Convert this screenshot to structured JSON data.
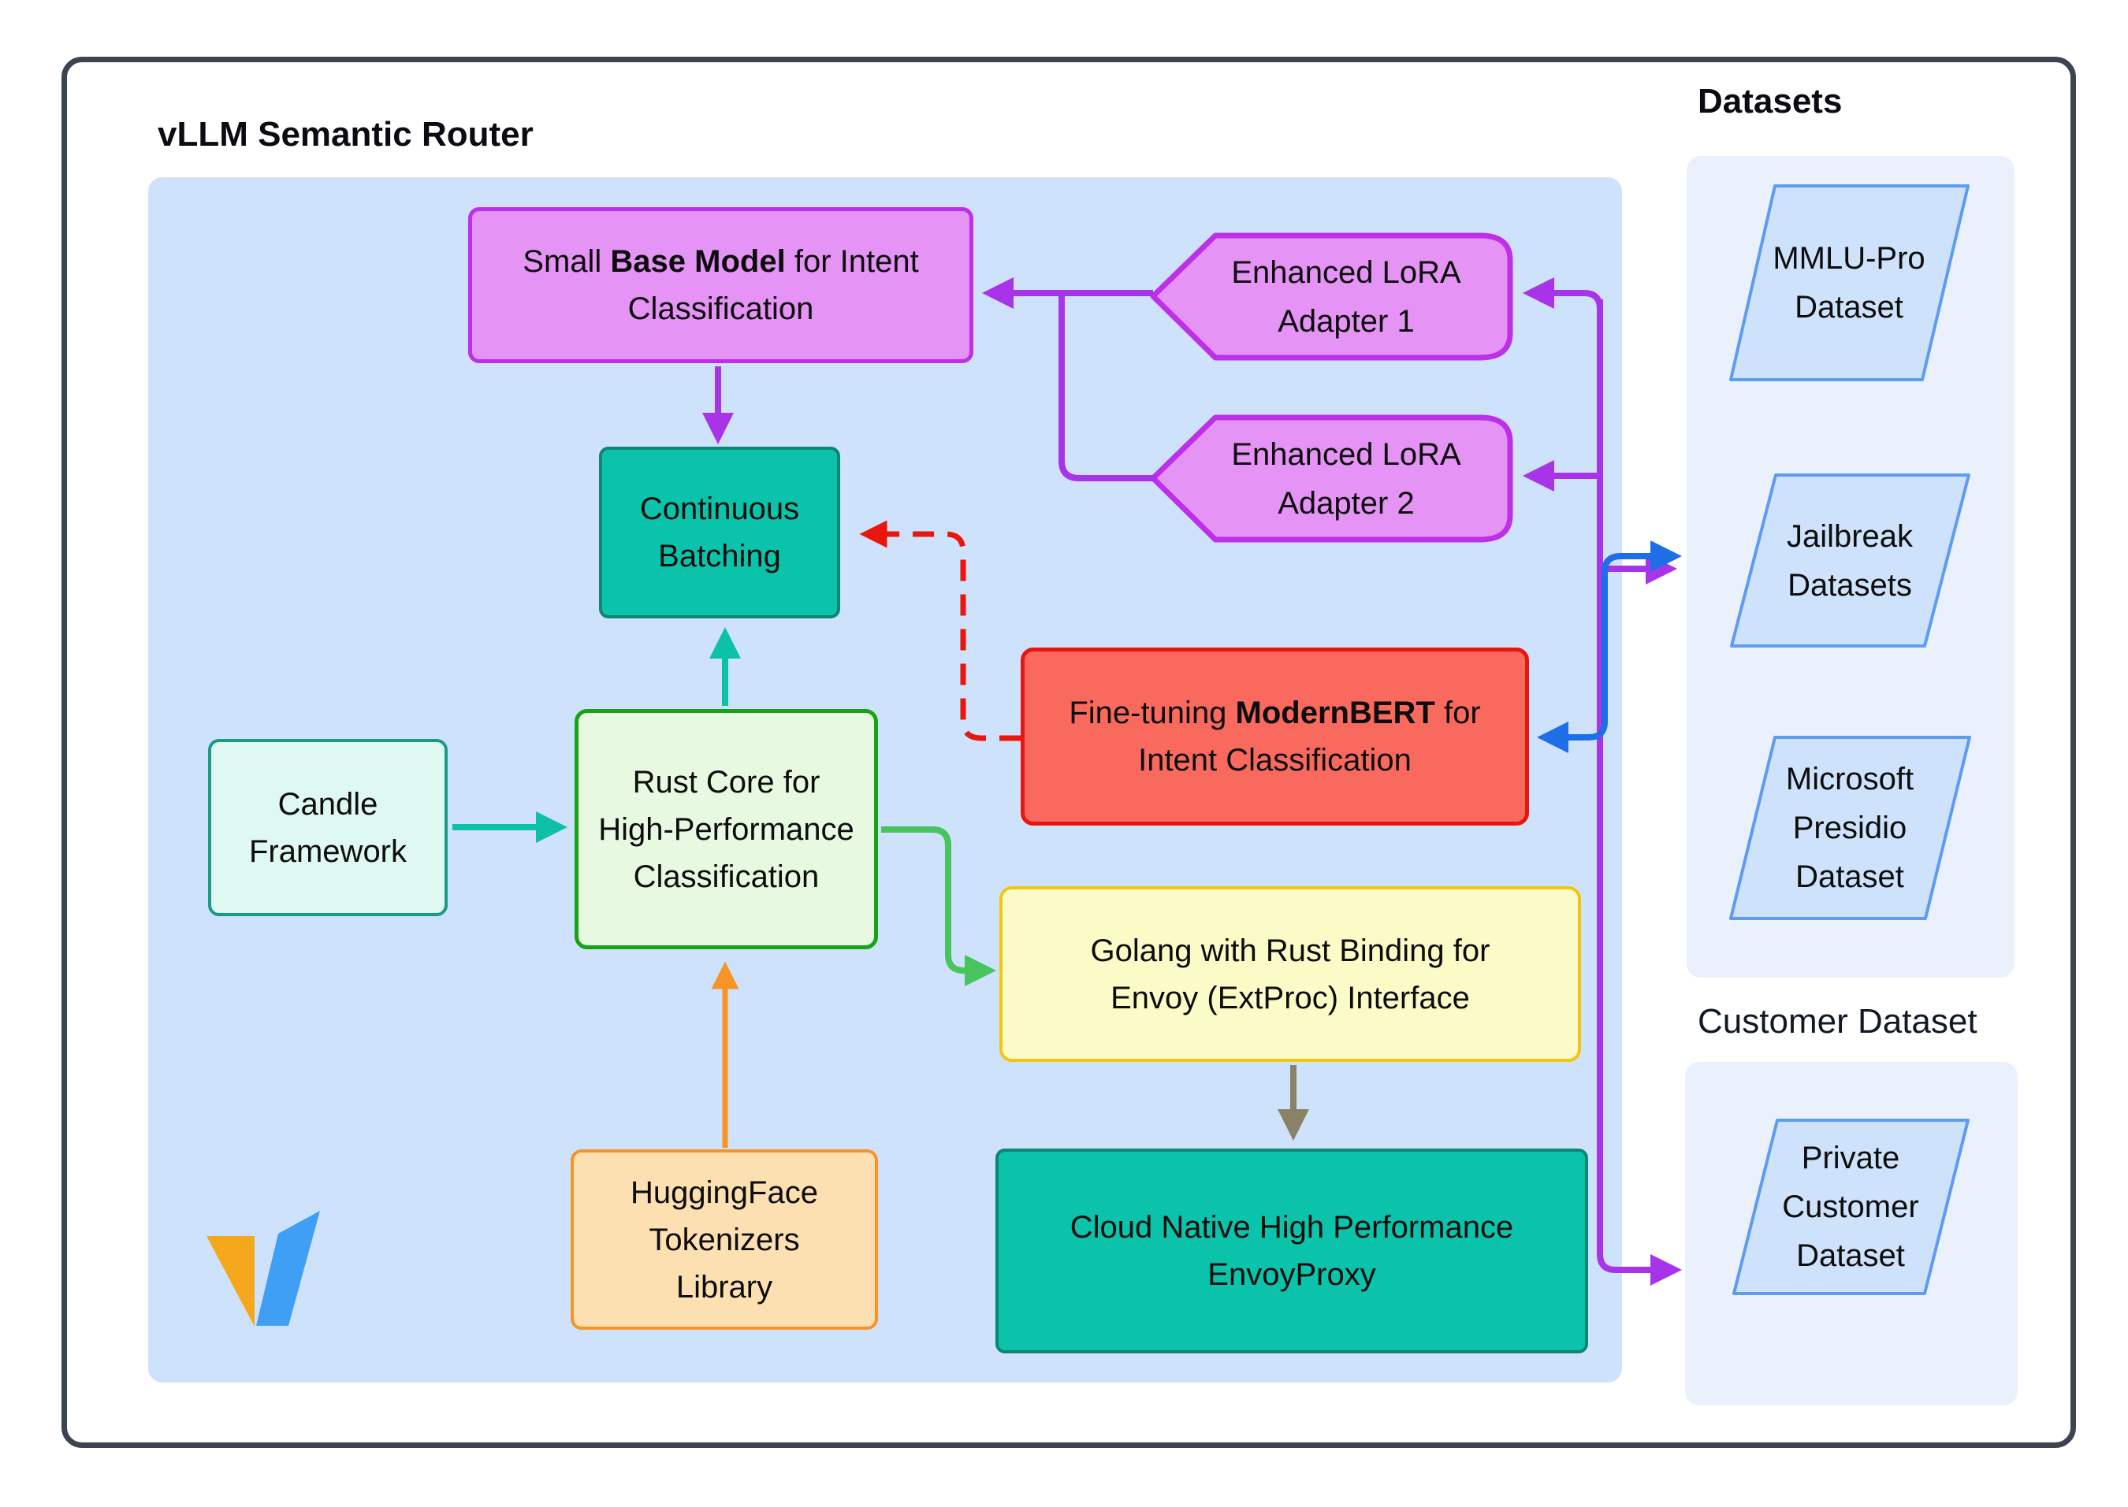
{
  "header": {
    "title": "vLLM Semantic Router"
  },
  "sidebar": {
    "datasets_label": "Datasets",
    "customer_label": "Customer Dataset"
  },
  "nodes": {
    "base_model": {
      "prefix": "Small ",
      "bold": "Base Model",
      "suffix": " for Intent Classification"
    },
    "adapter1": {
      "label": "Enhanced LoRA\nAdapter 1"
    },
    "adapter2": {
      "label": "Enhanced LoRA\nAdapter 2"
    },
    "batching": {
      "label": "Continuous\nBatching"
    },
    "modernbert": {
      "prefix": "Fine-tuning ",
      "bold": "ModernBERT",
      "suffix": " for Intent Classification"
    },
    "candle": {
      "label": "Candle\nFramework"
    },
    "rust_core": {
      "label": "Rust Core for\nHigh-Performance\nClassification"
    },
    "golang": {
      "label": "Golang with Rust Binding for\nEnvoy (ExtProc) Interface"
    },
    "huggingface": {
      "label": "HuggingFace\nTokenizers\nLibrary"
    },
    "envoy": {
      "label": "Cloud Native High Performance\nEnvoyProxy"
    },
    "mmlu": {
      "label": "MMLU-Pro\nDataset"
    },
    "jailbreak": {
      "label": "Jailbreak\nDatasets"
    },
    "presidio": {
      "label": "Microsoft\nPresidio\nDataset"
    },
    "private_customer": {
      "label": "Private\nCustomer\nDataset"
    }
  },
  "palette": {
    "outer_border": "#3A4551",
    "main_panel": "#CFE2FC",
    "side_panel": "#EAF1FC",
    "purple_fill": "#E593F4",
    "purple_border": "#BD2FE8",
    "purple_arrow": "#A833E8",
    "teal_fill": "#0BC3AB",
    "teal_border": "#0F8573",
    "teal_arrow": "#0DC0A8",
    "red_fill": "#F9695E",
    "red_border": "#E8160C",
    "mint_fill": "#DFF8F2",
    "mint_border": "#199C82",
    "green_fill": "#E7FAE1",
    "green_border": "#16A416",
    "green_arrow": "#47C45E",
    "yellow_fill": "#FBFBC8",
    "yellow_border": "#F0C611",
    "orange_fill": "#FCE0B2",
    "orange_border": "#F79428",
    "blue_arrow": "#1E6EE8",
    "olive_arrow": "#8A8266",
    "dataset_fill": "#CEE2FB",
    "dataset_border": "#5E9CF0",
    "logo_orange": "#F5A81C",
    "logo_blue": "#3E9FF5"
  }
}
